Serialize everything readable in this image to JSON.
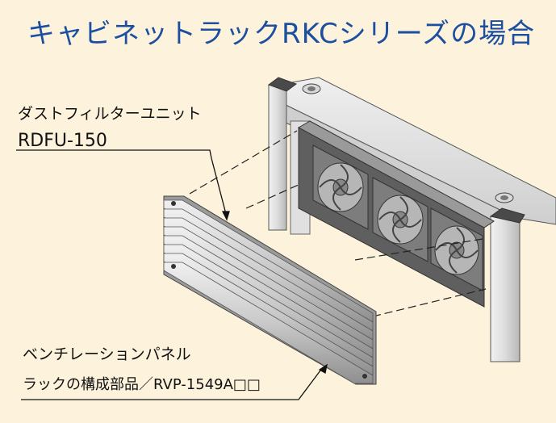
{
  "title": "キャビネットラックRKCシリーズの場合",
  "labels": {
    "filter_name": "ダストフィルターユニット",
    "filter_code": "RDFU-150",
    "panel_name": "ベンチレーションパネル",
    "panel_code": "ラックの構成部品／RVP-1549A□□"
  },
  "colors": {
    "title": "#1c4fa0",
    "background": "#fdf3dc",
    "frame_light": "#e6e6e6",
    "frame_dark": "#8a8a8a",
    "panel": "#d6d6d6",
    "fan_housing": "#6e6e6e",
    "fan_blade": "#bcbcbc"
  }
}
